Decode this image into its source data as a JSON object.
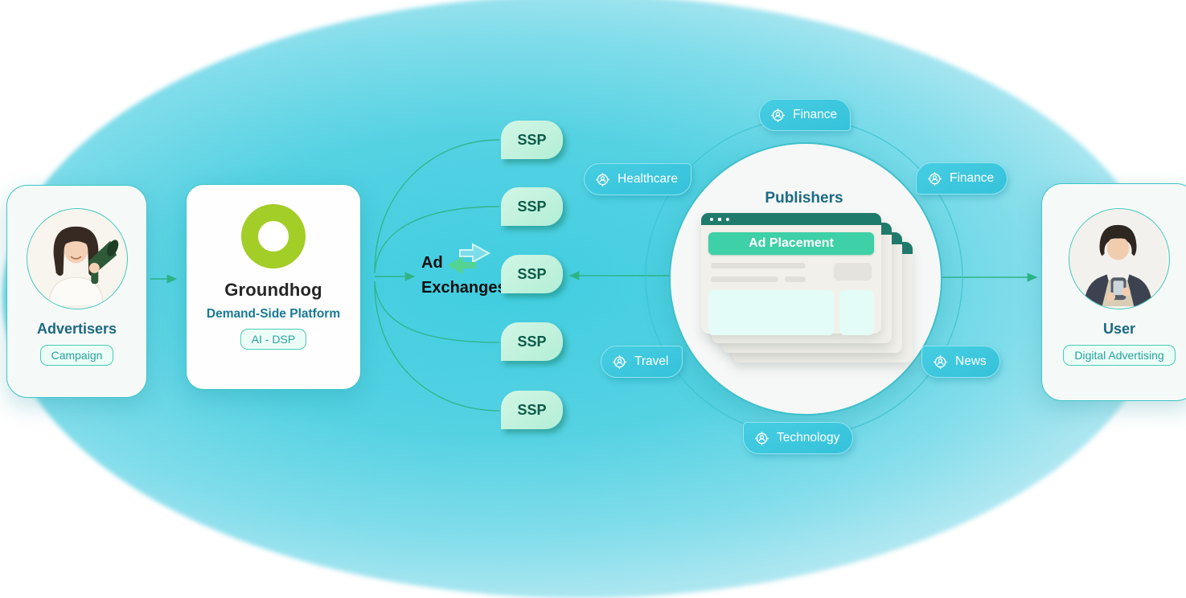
{
  "advertisers_card": {
    "title": "Advertisers",
    "badge": "Campaign"
  },
  "dsp_card": {
    "brand": "Groundhog",
    "subtitle": "Demand-Side Platform",
    "badge": "AI - DSP"
  },
  "ad_exchanges": {
    "line1": "Ad",
    "line2": "Exchanges"
  },
  "ssp_nodes": [
    "SSP",
    "SSP",
    "SSP",
    "SSP",
    "SSP"
  ],
  "publishers": {
    "title": "Publishers",
    "ad_placement": "Ad Placement"
  },
  "audience_tags": [
    "Finance",
    "Healthcare",
    "Finance",
    "Travel",
    "News",
    "Technology"
  ],
  "user_card": {
    "title": "User",
    "badge": "Digital Advertising"
  },
  "icons": {
    "audience_tag": "target-person-icon",
    "exchange_right": "block-arrow-right-icon",
    "exchange_left": "block-arrow-left-icon",
    "browser_dots": "window-control-dots-icon",
    "dsp_logo": "green-ring-logo"
  },
  "colors": {
    "background_cyan": "#3ecde0",
    "accent_teal_border": "#3cc5c6",
    "heading_teal": "#1b6880",
    "badge_teal": "#27a29c",
    "lime_logo": "#a3cd27",
    "mint_chip": "#b2eed6",
    "chip_text": "#0d5a49",
    "flow_green": "#2eb487",
    "tag_cyan": "#3cc8de",
    "browser_header": "#1f7b6c",
    "ad_placement_green": "#3ed0a6"
  }
}
